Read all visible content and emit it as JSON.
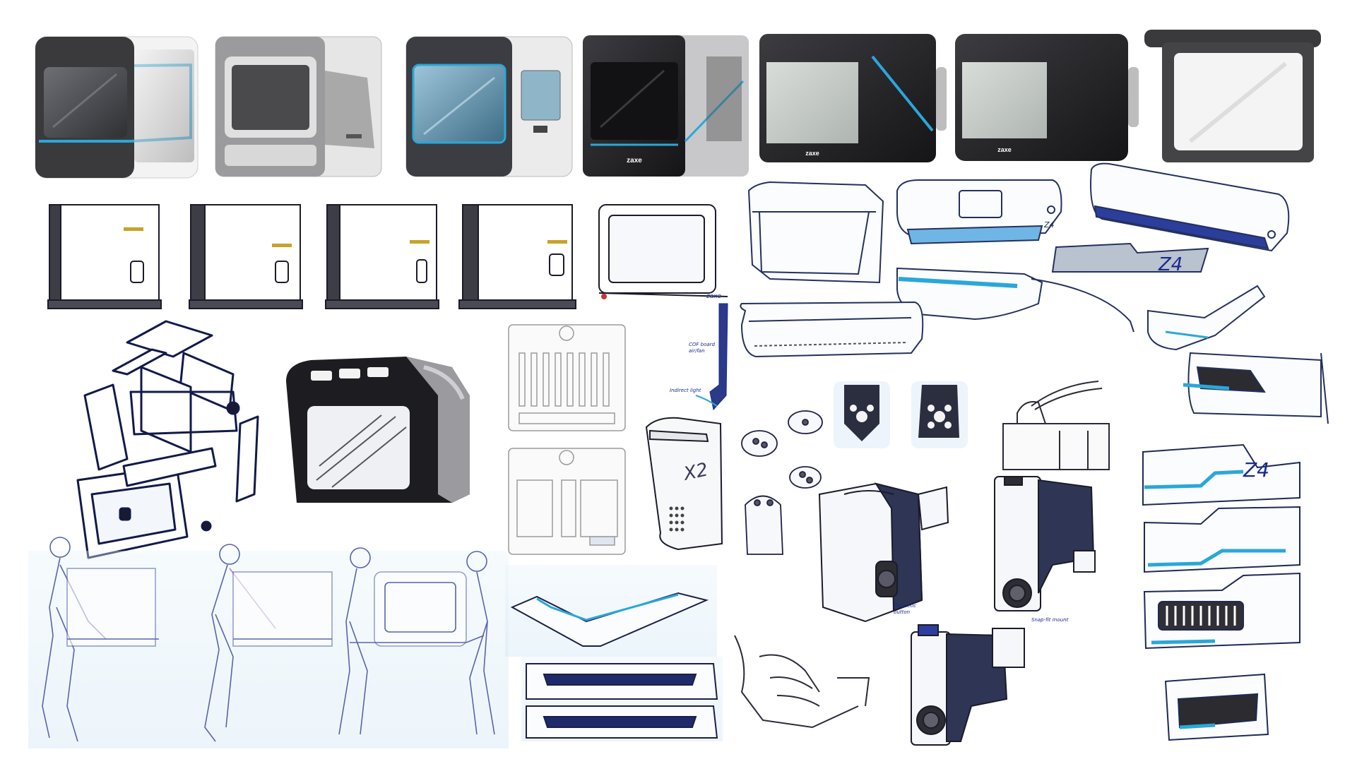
{
  "brand_label": "zaxe",
  "model_label": "Z4",
  "cover_label": "Z4",
  "module_label": "X2",
  "annotations": {
    "air_flow": "COF board\nair/fan",
    "led_light": "Indirect light",
    "magnetic_button": "Magnetic\nbutton",
    "snap_fit": "Snap-fit mount"
  },
  "colors": {
    "accent": "#2aa7d9",
    "marker_blue": "#1a2a8c",
    "dark_body": "#2b2b2f",
    "screen": "#c7cdc9"
  }
}
